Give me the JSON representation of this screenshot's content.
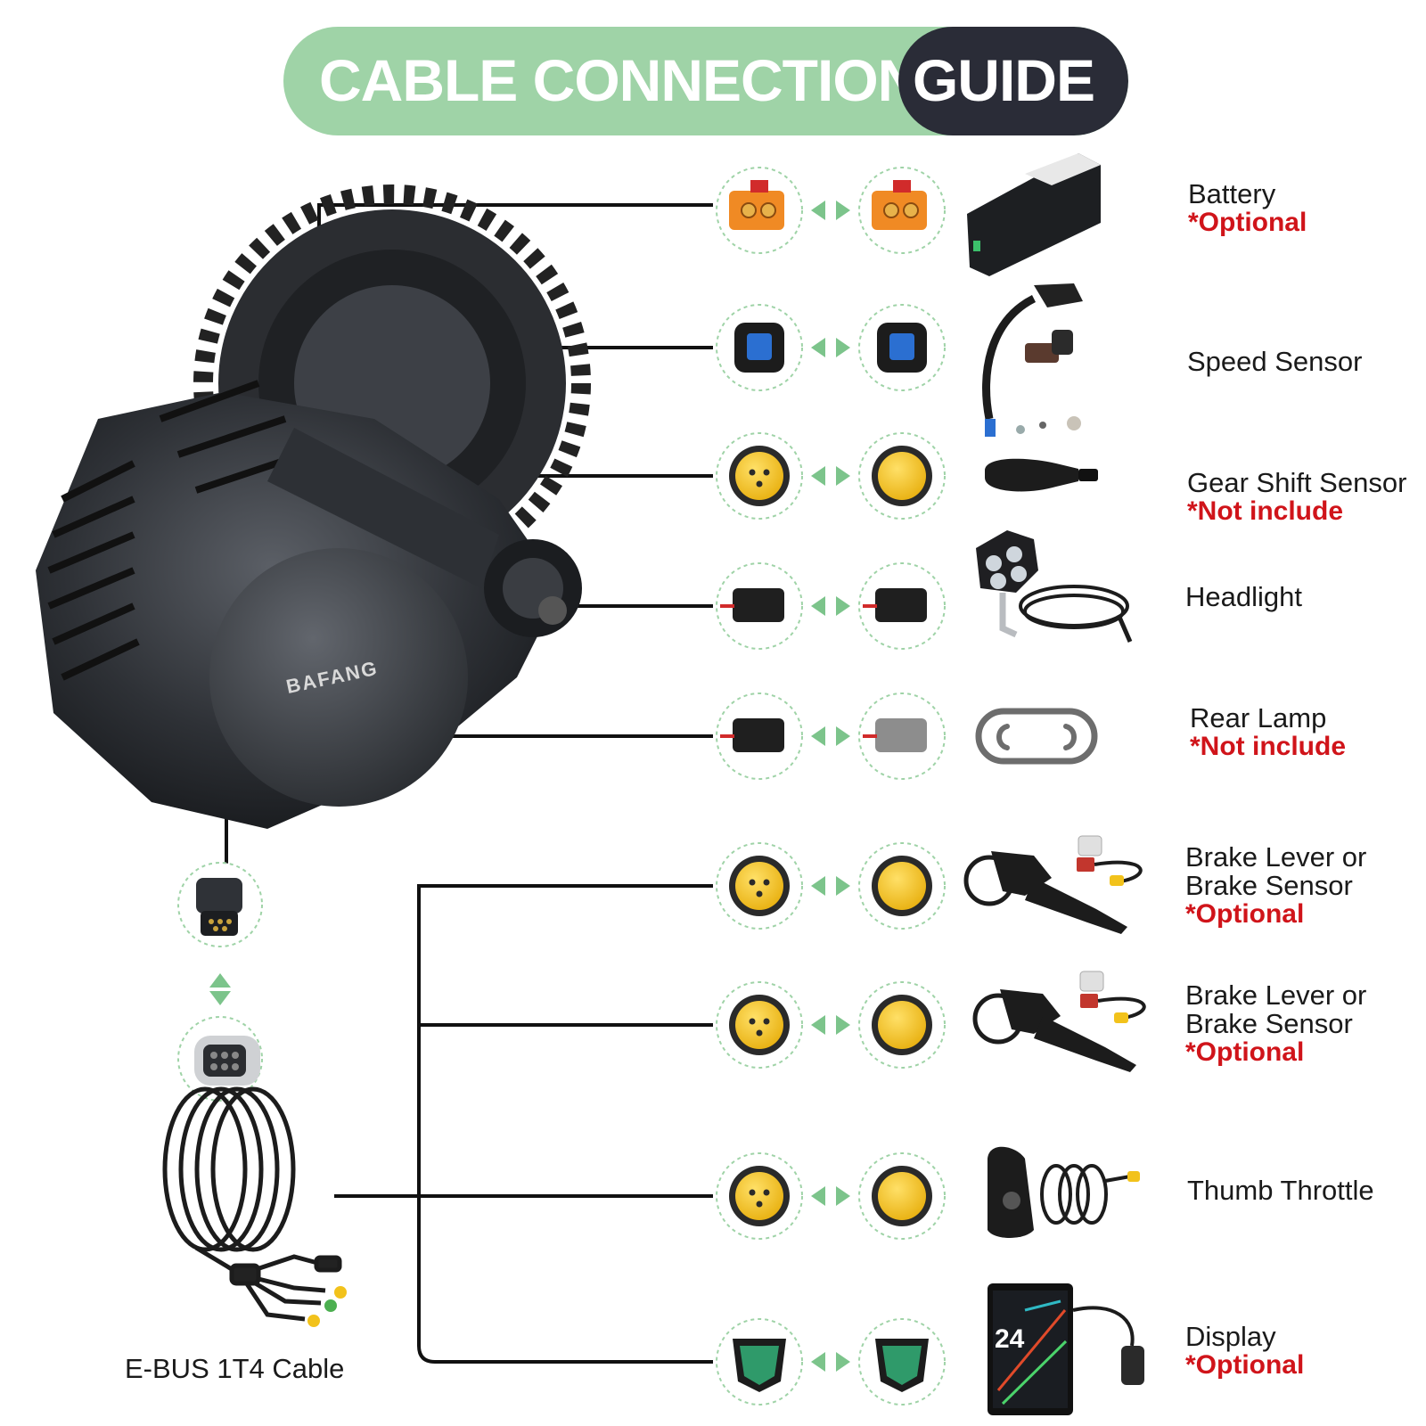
{
  "header": {
    "title_part1": "CABLE CONNECTION",
    "title_part2": "GUIDE"
  },
  "motor": {
    "brand_text": "BAFANG"
  },
  "colors": {
    "banner_green": "#9fd3a7",
    "banner_dark": "#2a2c37",
    "note_red": "#d0141a",
    "arrow_green": "#7cc48b",
    "connector_yellow": "#f2c21b"
  },
  "components": [
    {
      "name": "Battery",
      "note": "*Optional",
      "connector": "xt90"
    },
    {
      "name": "Speed Sensor",
      "note": "",
      "connector": "blue-2pin"
    },
    {
      "name": "Gear Shift Sensor",
      "note": "*Not include",
      "connector": "yellow-round"
    },
    {
      "name": "Headlight",
      "note": "",
      "connector": "black-2pin"
    },
    {
      "name": "Rear Lamp",
      "note": "*Not include",
      "connector": "black-2pin"
    },
    {
      "name_lines": [
        "Brake Lever or",
        "Brake Sensor"
      ],
      "note": "*Optional",
      "connector": "yellow-round"
    },
    {
      "name_lines": [
        "Brake Lever or",
        "Brake Sensor"
      ],
      "note": "*Optional",
      "connector": "yellow-round"
    },
    {
      "name": "Thumb Throttle",
      "note": "",
      "connector": "yellow-round"
    },
    {
      "name": "Display",
      "note": "*Optional",
      "connector": "green-5pin"
    }
  ],
  "cable": {
    "label": "E-BUS 1T4 Cable"
  }
}
